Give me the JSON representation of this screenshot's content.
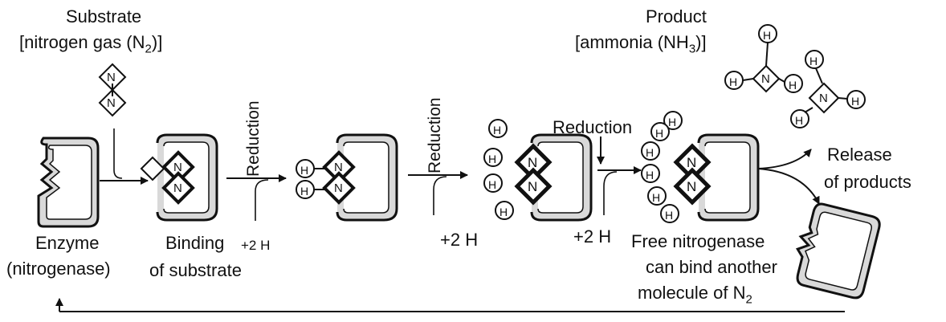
{
  "labels": {
    "substrate_title": "Substrate",
    "substrate_sub": "[nitrogen gas (N",
    "substrate_sub_tail": ")]",
    "product_title": "Product",
    "product_sub": "[ammonia (NH",
    "product_sub_tail": ")]",
    "enzyme_line1": "Enzyme",
    "enzyme_line2": "(nitrogenase)",
    "binding_line1": "Binding",
    "binding_line2": "of substrate",
    "reduction_1": "Reduction",
    "reduction_2": "Reduction",
    "reduction_3": "Reduction",
    "plus2h_1": "+2 H",
    "plus2h_2": "+2 H",
    "plus2h_3": "+2 H",
    "release_line1": "Release",
    "release_line2": "of products",
    "free_line1": "Free nitrogenase",
    "free_line2": "can bind another",
    "free_line3": "molecule of N",
    "sub_2": "2",
    "sub_3": "3",
    "atom_n": "N",
    "atom_h": "H"
  }
}
